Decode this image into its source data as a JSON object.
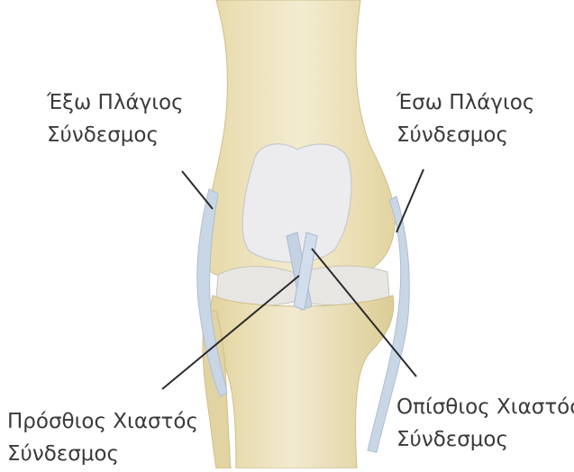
{
  "labels": {
    "lateral_collateral": {
      "line1": "Έξω Πλάγιος",
      "line2": "Σύνδεσμος"
    },
    "medial_collateral": {
      "line1": "Έσω Πλάγιος",
      "line2": "Σύνδεσμος"
    },
    "anterior_cruciate": {
      "line1": "Πρόσθιος Χιαστός",
      "line2": "Σύνδεσμος"
    },
    "posterior_cruciate": {
      "line1": "Οπίσθιος Χιαστός",
      "line2": "Σύνδεσμος"
    }
  },
  "colors": {
    "bone": "#efe6c4",
    "bone_shade": "#d9cc98",
    "cartilage": "#eaeaec",
    "ligament": "#c9d6e6",
    "leader_line": "#2b2b2b",
    "text": "#3a3a3a"
  }
}
